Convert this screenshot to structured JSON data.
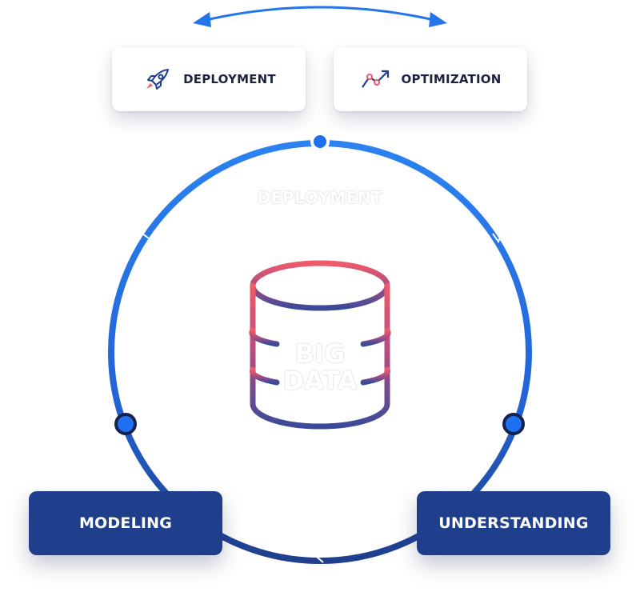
{
  "cards": {
    "deployment": {
      "label": "DEPLOYMENT",
      "icon": "rocket-icon"
    },
    "optimization": {
      "label": "OPTIMIZATION",
      "icon": "trend-chart-icon"
    },
    "modeling": {
      "label": "MODELING"
    },
    "understanding": {
      "label": "UNDERSTANDING"
    }
  },
  "inner_label": "DEPLOYMENT",
  "database": {
    "line1": "BIG",
    "line2": "DATA",
    "icon": "database-icon"
  },
  "colors": {
    "ring_blue": "#2476e8",
    "dark_navy": "#1f3f8c",
    "node_fill": "#1f6ff0",
    "gradient_top": "#ef5a6a",
    "gradient_bottom": "#3a4a9a",
    "text_dark": "#1b2340"
  }
}
